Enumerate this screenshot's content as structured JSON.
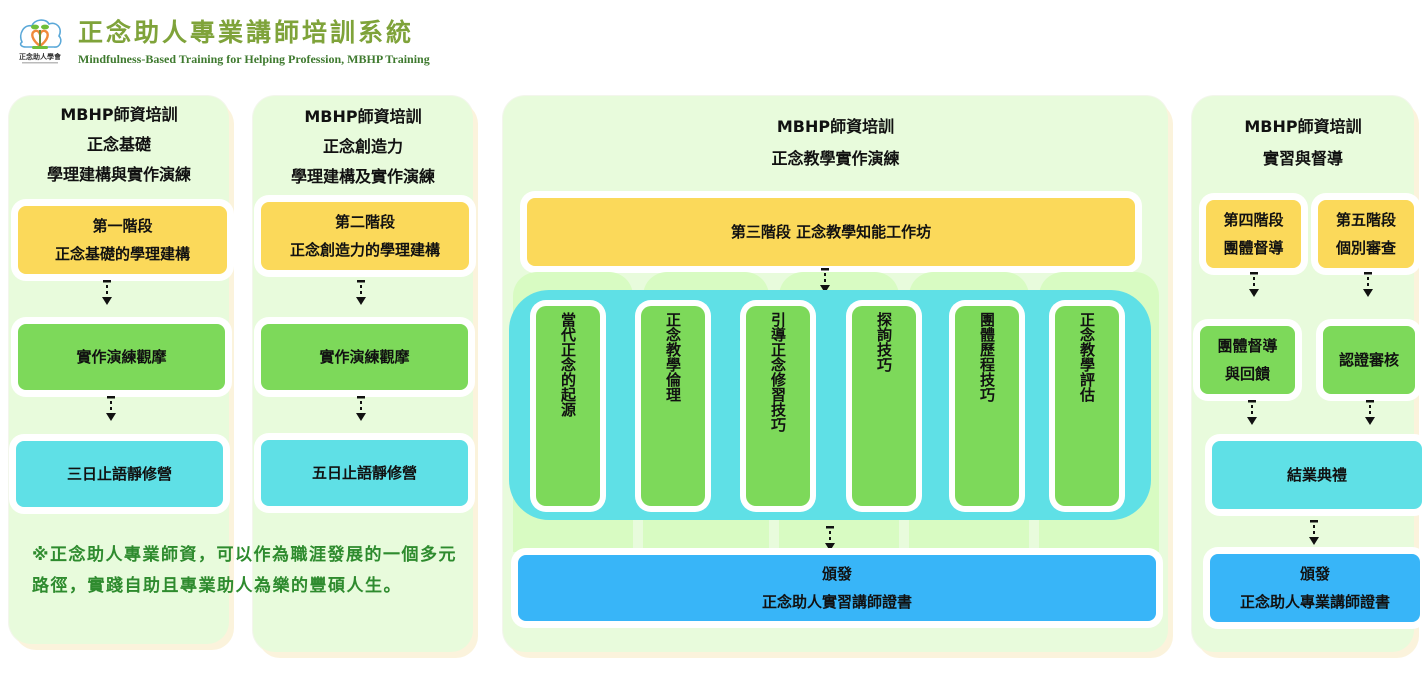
{
  "header": {
    "title": "正念助人專業講師培訓系統",
    "subtitle": "Mindfulness-Based Training for Helping Profession, MBHP Training",
    "logo_caption": "正念助人學會",
    "logo_icon": "tree-heart-logo-icon"
  },
  "colors": {
    "panel_bg": "#e8fbdc",
    "stage_yellow": "#fbd95a",
    "practice_green": "#7dd95a",
    "retreat_cyan": "#5fe0e6",
    "certificate_blue": "#38b5f8",
    "title_green": "#7fa33a",
    "note_green": "#2e8b2e"
  },
  "panels": [
    {
      "title": [
        "MBHP師資培訓",
        "正念基礎",
        "學理建構與實作演練"
      ],
      "stage": [
        "第一階段",
        "正念基礎的學理建構"
      ],
      "practice": "實作演練觀摩",
      "retreat": "三日止語靜修營"
    },
    {
      "title": [
        "MBHP師資培訓",
        "正念創造力",
        "學理建構及實作演練"
      ],
      "stage": [
        "第二階段",
        "正念創造力的學理建構"
      ],
      "practice": "實作演練觀摩",
      "retreat": "五日止語靜修營"
    },
    {
      "title": [
        "MBHP師資培訓",
        "正念教學實作演練"
      ],
      "stage": "第三階段 正念教學知能工作坊",
      "modules": [
        "當代正念的起源",
        "正念教學倫理",
        "引導正念修習技巧",
        "探詢技巧",
        "團體歷程技巧",
        "正念教學評估"
      ],
      "certificate": [
        "頒發",
        "正念助人實習講師證書"
      ]
    },
    {
      "title": [
        "MBHP師資培訓",
        "實習與督導"
      ],
      "stage4": [
        "第四階段",
        "團體督導"
      ],
      "stage5": [
        "第五階段",
        "個別審查"
      ],
      "step4": [
        "團體督導",
        "與回饋"
      ],
      "step5": "認證審核",
      "ceremony": "結業典禮",
      "certificate": [
        "頒發",
        "正念助人專業講師證書"
      ]
    }
  ],
  "note": "※正念助人專業師資，可以作為職涯發展的一個多元路徑，實踐自助且專業助人為樂的豐碩人生。"
}
